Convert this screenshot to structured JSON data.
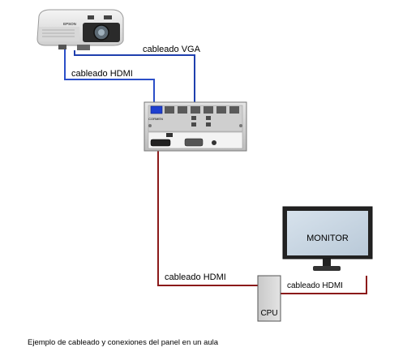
{
  "cables": {
    "vga_label": "cableado VGA",
    "hdmi_top_label": "cableado HDMI",
    "hdmi_bottom_label": "cableado HDMI",
    "hdmi_monitor_label": "cableado HDMI"
  },
  "devices": {
    "projector_brand": "EPSON",
    "panel_brand": "CORMEN",
    "monitor_label": "MONITOR",
    "cpu_label": "CPU"
  },
  "caption": "Ejemplo de cableado y conexiones del panel en un aula",
  "colors": {
    "vga_cable": "#1f3fae",
    "hdmi_panel_cable": "#2b4fc8",
    "hdmi_red_cable": "#8b1a1a"
  }
}
